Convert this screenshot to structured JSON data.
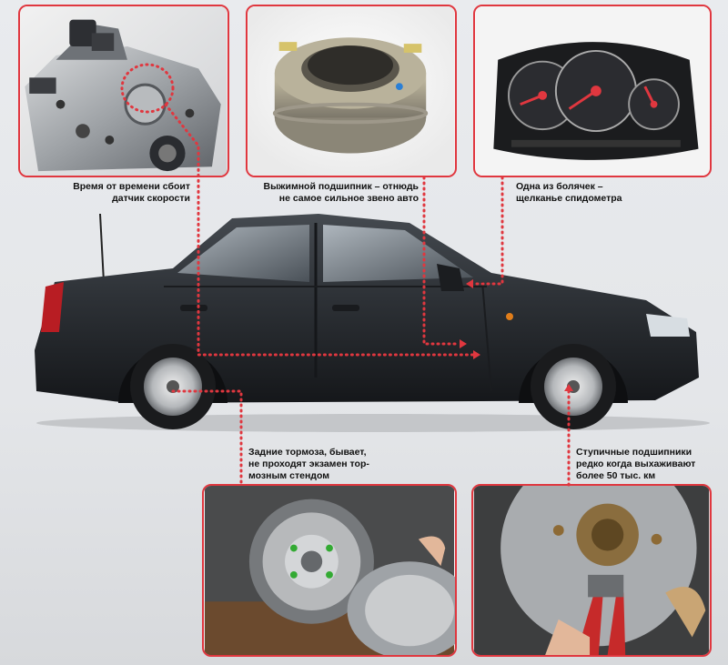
{
  "captions": {
    "speed_sensor": "Время от времени сбоит\nдатчик скорости",
    "release_bearing": "Выжимной подшипник – отнюдь\nне самое сильное звено авто",
    "speedometer": "Одна из болячек –\nщелканье спидометра",
    "rear_brakes": "Задние тормоза, бывает,\nне проходят экзамен тор-\nмозным стендом",
    "hub_bearings": "Ступичные подшипники\nредко когда выхаживают\nболее 50 тыс. км"
  },
  "colors": {
    "accent": "#e0373f",
    "car_body": "#2a2d31",
    "background": "#e7e9ec"
  },
  "icons": {
    "pointer": "dotted-arrow"
  }
}
